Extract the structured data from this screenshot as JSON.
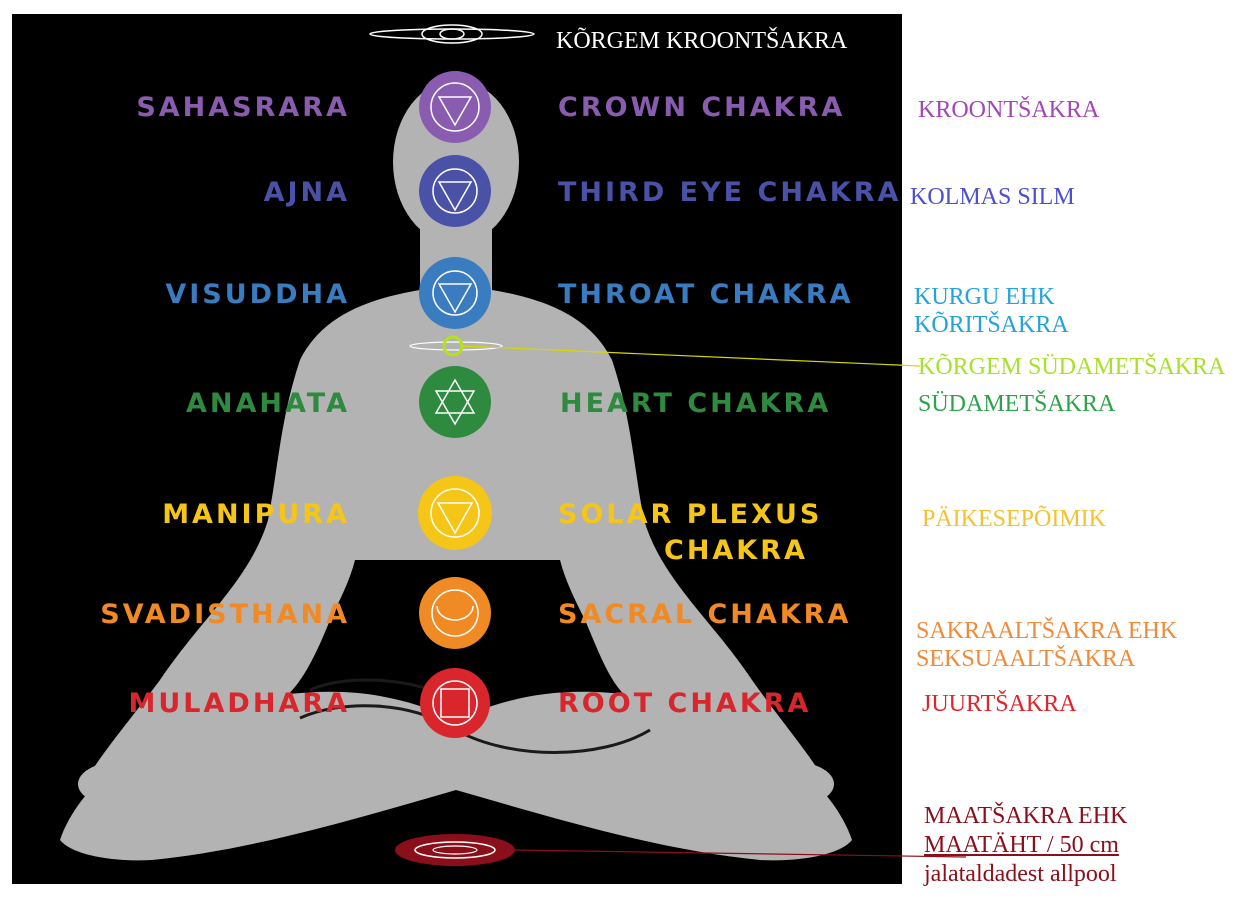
{
  "top_label": "KÕRGEM KROONTŠAKRA",
  "chakras": [
    {
      "sanskrit": "SAHASRARA",
      "english": "CROWN CHAKRA",
      "estonian": [
        "KROONTŠAKRA"
      ],
      "color": "#8a5cb0",
      "est_color": "#a347b8"
    },
    {
      "sanskrit": "AJNA",
      "english": "THIRD EYE CHAKRA",
      "estonian": [
        "KOLMAS SILM"
      ],
      "color": "#4a52a8",
      "est_color": "#4b4fd4"
    },
    {
      "sanskrit": "VISUDDHA",
      "english": "THROAT CHAKRA",
      "estonian": [
        "KURGU EHK",
        "KÕRITŠAKRA"
      ],
      "color": "#3a7cc0",
      "est_color": "#22a3dc"
    },
    {
      "sanskrit": "",
      "english": "",
      "estonian": [
        "KÕRGEM SÜDAMETŠAKRA"
      ],
      "color": "#b5e21a",
      "est_color": "#a8e02a"
    },
    {
      "sanskrit": "ANAHATA",
      "english": "HEART CHAKRA",
      "estonian": [
        "SÜDAMETŠAKRA"
      ],
      "color": "#2e8a3e",
      "est_color": "#2ea24a"
    },
    {
      "sanskrit": "MANIPURA",
      "english": "SOLAR PLEXUS",
      "english2": "CHAKRA",
      "estonian": [
        "PÄIKESEPÕIMIK"
      ],
      "color": "#f5c518",
      "est_color": "#f2c232"
    },
    {
      "sanskrit": "SVADISTHANA",
      "english": "SACRAL CHAKRA",
      "estonian": [
        "SAKRAALTŠAKRA EHK",
        "SEKSUAALTŠAKRA"
      ],
      "color": "#f08a24",
      "est_color": "#f08a38"
    },
    {
      "sanskrit": "MULADHARA",
      "english": "ROOT CHAKRA",
      "estonian": [
        "JUURTŠAKRA"
      ],
      "color": "#d8262c",
      "est_color": "#e0242c"
    },
    {
      "sanskrit": "",
      "english": "",
      "estonian": [
        "MAATŠAKRA EHK",
        "MAATÄHT / 50 cm",
        "jalataldadest allpool"
      ],
      "color": "#8b0f1a",
      "est_color": "#8b0f1a"
    }
  ],
  "colors": {
    "background": "#000000",
    "silhouette": "#b3b3b3",
    "top_label": "#ffffff"
  }
}
